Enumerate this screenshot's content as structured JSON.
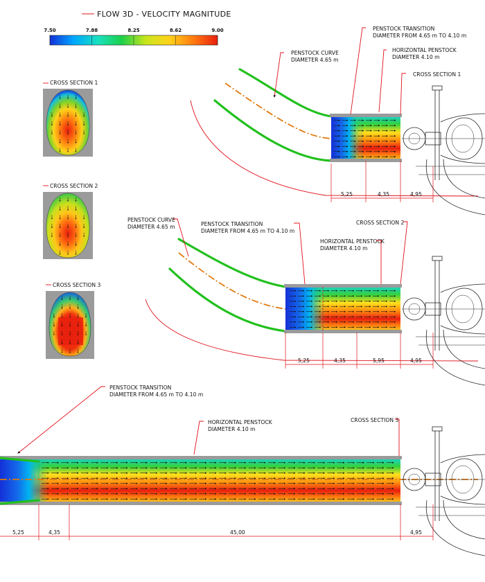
{
  "title": "FLOW 3D - VELOCITY MAGNITUDE",
  "scale": {
    "ticks": [
      "7.50",
      "7.88",
      "8.25",
      "8.62",
      "9.00"
    ],
    "colors": [
      "#1430d8",
      "#00a8ff",
      "#19e0c0",
      "#1cd04a",
      "#c8e61c",
      "#ffd21a",
      "#ff7a10",
      "#e8200e"
    ]
  },
  "cross_sections": [
    {
      "label": "CROSS SECTION 1"
    },
    {
      "label": "CROSS SECTION 2"
    },
    {
      "label": "CROSS SECTION 3"
    }
  ],
  "panel1": {
    "curve_label": [
      "PENSTOCK CURVE",
      "DIAMETER 4.65 m"
    ],
    "transition_label": [
      "PENSTOCK TRANSITION",
      "DIAMETER FROM 4.65 m TO 4.10 m"
    ],
    "horizontal_label": [
      "HORIZONTAL PENSTOCK",
      "DIAMETER 4.10 m"
    ],
    "section_label": "CROSS SECTION 1",
    "dims": [
      "5,25",
      "4,35",
      "4,95"
    ]
  },
  "panel2": {
    "curve_label": [
      "PENSTOCK CURVE",
      "DIAMETER 4.65 m"
    ],
    "transition_label": [
      "PENSTOCK TRANSITION",
      "DIAMETER FROM 4.65 m TO 4.10 m"
    ],
    "horizontal_label": [
      "HORIZONTAL PENSTOCK",
      "DIAMETER 4.10 m"
    ],
    "section_label": "CROSS SECTION 2",
    "dims": [
      "5,25",
      "4,35",
      "5,95",
      "4,95"
    ]
  },
  "panel3": {
    "transition_label": [
      "PENSTOCK TRANSITION",
      "DIAMETER FROM 4.65 m TO 4.10 m"
    ],
    "horizontal_label": [
      "HORIZONTAL PENSTOCK",
      "DIAMETER 4.10 m"
    ],
    "section_label": "CROSS SECTION 3",
    "dims": [
      "5,25",
      "4,35",
      "45,00",
      "4,95"
    ]
  }
}
